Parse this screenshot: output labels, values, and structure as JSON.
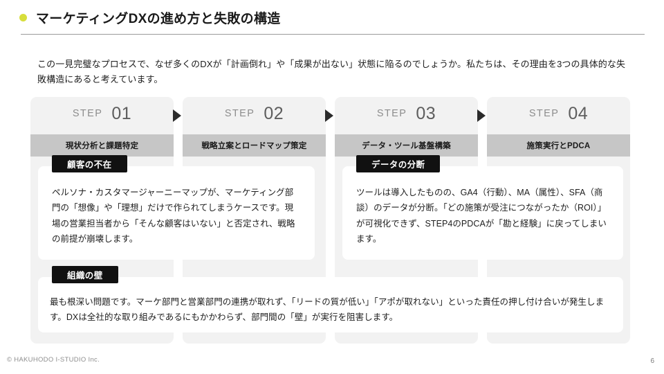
{
  "header": {
    "title": "マーケティングDXの進め方と失敗の構造",
    "bullet_color": "#d7de3c"
  },
  "intro": {
    "text": "この一見完璧なプロセスで、なぜ多くのDXが「計画倒れ」や「成果が出ない」状態に陥るのでしょうか。私たちは、その理由を3つの具体的な失敗構造にあると考えています。"
  },
  "steps": [
    {
      "word": "STEP",
      "number": "01",
      "label": "現状分析と課題特定"
    },
    {
      "word": "STEP",
      "number": "02",
      "label": "戦略立案とロードマップ策定"
    },
    {
      "word": "STEP",
      "number": "03",
      "label": "データ・ツール基盤構築"
    },
    {
      "word": "STEP",
      "number": "04",
      "label": "施策実行とPDCA"
    }
  ],
  "callouts": [
    {
      "badge": "顧客の不在",
      "body": "ペルソナ・カスタマージャーニーマップが、マーケティング部門の「想像」や「理想」だけで作られてしまうケースです。現場の営業担当者から「そんな顧客はいない」と否定され、戦略の前提が崩壊します。"
    },
    {
      "badge": "データの分断",
      "body": "ツールは導入したものの、GA4（行動）、MA（属性）、SFA（商談）のデータが分断。「どの施策が受注につながったか（ROI）」が可視化できず、STEP4のPDCAが「勘と経験」に戻ってしまいます。"
    },
    {
      "badge": "組織の壁",
      "body": "最も根深い問題です。マーケ部門と営業部門の連携が取れず、「リードの質が低い」「アポが取れない」といった責任の押し付け合いが発生します。DXは全社的な取り組みであるにもかかわらず、部門間の「壁」が実行を阻害します。"
    }
  ],
  "footer": {
    "copyright": "© HAKUHODO I-STUDIO Inc.",
    "page_number": "6"
  },
  "colors": {
    "column_bg": "#f2f2f2",
    "label_bar": "#c6c6c6",
    "badge_bg": "#111111",
    "arrow": "#2b2b2b"
  }
}
